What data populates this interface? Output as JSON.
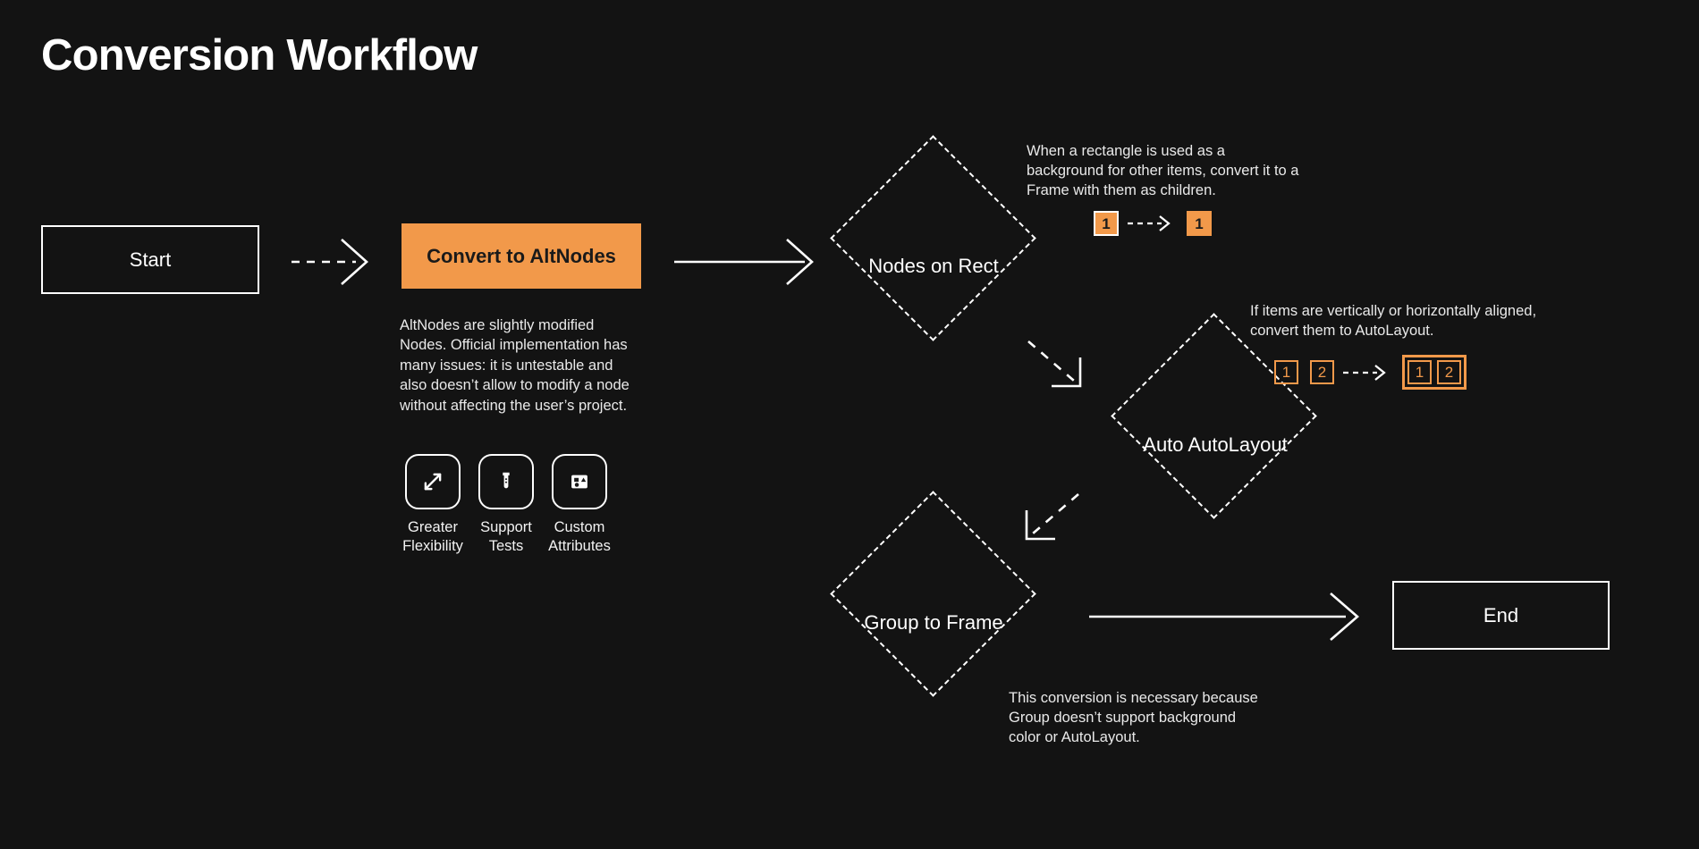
{
  "page": {
    "title": "Conversion Workflow",
    "background_color": "#131313",
    "accent_color": "#F2994A",
    "text_color": "#ffffff"
  },
  "nodes": {
    "start": {
      "label": "Start",
      "shape": "rectangle"
    },
    "convert": {
      "label": "Convert to AltNodes",
      "shape": "rectangle-filled"
    },
    "nodes_on_rect": {
      "label": "Nodes on Rect",
      "shape": "diamond-dashed"
    },
    "auto_autolayout": {
      "label": "Auto AutoLayout",
      "shape": "diamond-dashed"
    },
    "group_to_frame": {
      "label": "Group to Frame",
      "shape": "diamond-dashed"
    },
    "end": {
      "label": "End",
      "shape": "rectangle"
    }
  },
  "annotations": {
    "altnodes_description": "AltNodes are slightly modified Nodes. Official implementation has many issues: it is untestable and also doesn’t allow to modify a node without affecting the user’s project.",
    "nodes_on_rect_note": "When a rectangle is used as a background for other items, convert it to a Frame with them as children.",
    "autolayout_note": "If items are vertically or horizontally aligned, convert them to AutoLayout.",
    "group_to_frame_note": "This conversion is necessary because Group doesn’t support background color or AutoLayout."
  },
  "features": [
    {
      "icon": "expand-arrows-icon",
      "label": "Greater\nFlexibility"
    },
    {
      "icon": "test-tube-icon",
      "label": "Support\nTests"
    },
    {
      "icon": "shapes-frame-icon",
      "label": "Custom\nAttributes"
    }
  ],
  "mini_diagrams": {
    "rect_background": {
      "before": [
        {
          "number": "1",
          "style": "solid-outline"
        }
      ],
      "after": [
        {
          "number": "1",
          "style": "solid"
        }
      ]
    },
    "autolayout": {
      "before": [
        {
          "number": "1",
          "style": "outline"
        },
        {
          "number": "2",
          "style": "outline"
        }
      ],
      "after": [
        {
          "number": "1",
          "style": "outline"
        },
        {
          "number": "2",
          "style": "outline"
        }
      ],
      "after_wrapped": true
    }
  },
  "connectors": [
    {
      "from": "start",
      "to": "convert",
      "style": "dashed"
    },
    {
      "from": "convert",
      "to": "nodes_on_rect",
      "style": "solid"
    },
    {
      "from": "nodes_on_rect",
      "to": "auto_autolayout",
      "style": "dashed-diagonal"
    },
    {
      "from": "auto_autolayout",
      "to": "group_to_frame",
      "style": "dashed-diagonal"
    },
    {
      "from": "group_to_frame",
      "to": "end",
      "style": "solid"
    }
  ]
}
